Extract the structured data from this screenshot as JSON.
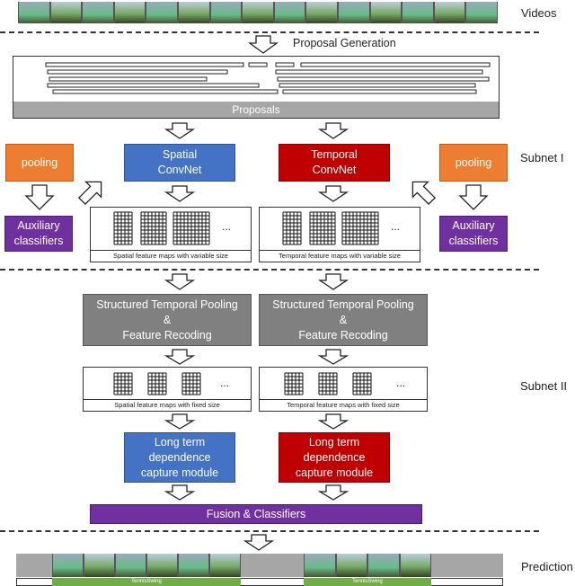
{
  "labels": {
    "videos": "Videos",
    "proposal_generation": "Proposal Generation",
    "proposals": "Proposals",
    "subnet1": "Subnet I",
    "subnet2": "Subnet II",
    "prediction": "Prediction"
  },
  "subnet1": {
    "spatial_convnet": [
      "Spatial",
      "ConvNet"
    ],
    "temporal_convnet": [
      "Temporal",
      "ConvNet"
    ],
    "pooling": "pooling",
    "auxiliary": [
      "Auxiliary",
      "classifiers"
    ],
    "spatial_caption": "Spatial feature maps with variable size",
    "temporal_caption": "Temporal feature maps with variable size",
    "ellipsis": "..."
  },
  "subnet2": {
    "stp": [
      "Structured Temporal Pooling",
      "&",
      "Feature Recoding"
    ],
    "spatial_caption": "Spatial feature maps with fixed size",
    "temporal_caption": "Temporal feature maps with fixed size",
    "ltd": [
      "Long term",
      "dependence",
      "capture module"
    ],
    "fusion": "Fusion & Classifiers",
    "ellipsis": "..."
  },
  "prediction": {
    "segment_label": "TennisSwing"
  },
  "colors": {
    "blue": "#4472c4",
    "red": "#c00000",
    "orange": "#ed7d31",
    "purple": "#7030a0",
    "gray": "#808080",
    "green": "#70ad47"
  }
}
